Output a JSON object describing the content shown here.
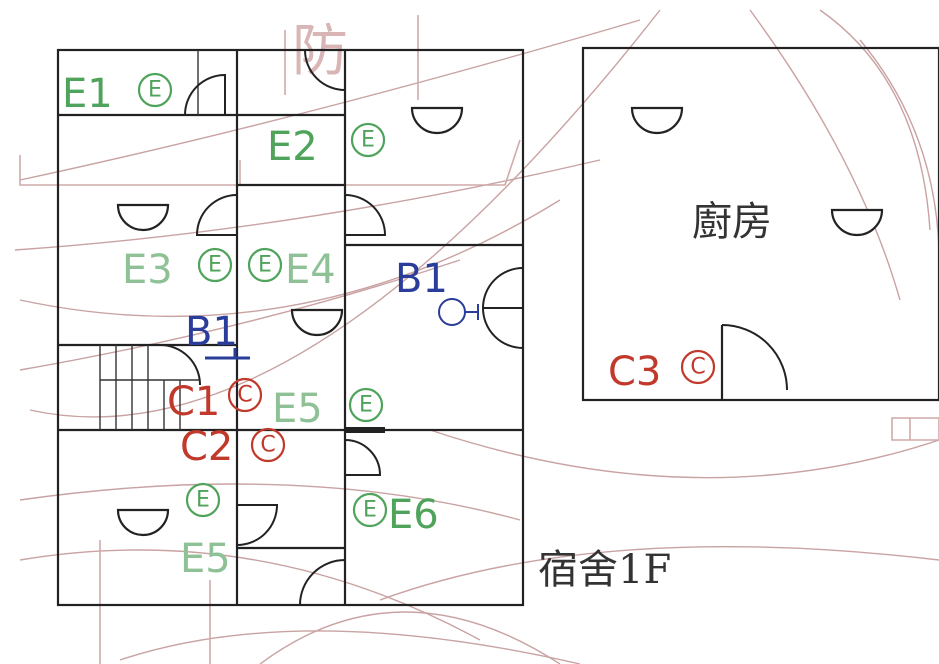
{
  "colors": {
    "emergency_light": "#4fa35b",
    "fire_alarm": "#c0392b",
    "broadcast": "#2a3d9a",
    "wall": "#222222",
    "background_contour": "#c9a2a2"
  },
  "rooms": {
    "kitchen": "廚房",
    "dormitory_floor": "宿舍1F",
    "top_fragment": "防"
  },
  "symbols": {
    "E1": {
      "label": "E1",
      "glyph": "E"
    },
    "E2": {
      "label": "E2",
      "glyph": "E"
    },
    "E3": {
      "label": "E3",
      "glyph": "E"
    },
    "E4": {
      "label": "E4",
      "glyph": "E"
    },
    "E5a": {
      "label": "E5",
      "glyph": "E"
    },
    "E5b": {
      "label": "E5",
      "glyph": "E"
    },
    "E6": {
      "label": "E6",
      "glyph": "E"
    },
    "B1a": {
      "label": "B1"
    },
    "B1b": {
      "label": "B1"
    },
    "C1": {
      "label": "C1",
      "glyph": "C"
    },
    "C2": {
      "label": "C2",
      "glyph": "C"
    },
    "C3": {
      "label": "C3",
      "glyph": "C"
    }
  }
}
